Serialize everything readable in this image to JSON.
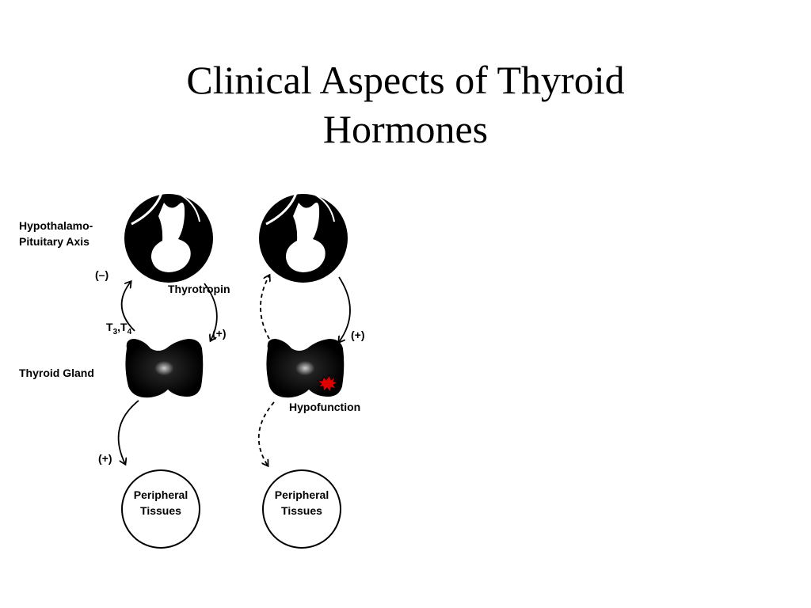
{
  "slide": {
    "title_line1": "Clinical Aspects of Thyroid",
    "title_line2": "Hormones"
  },
  "diagram": {
    "labels": {
      "axis_line1": "Hypothalamo-",
      "axis_line2": "Pituitary Axis",
      "negative_feedback": "(–)",
      "thyrotropin": "Thyrotropin",
      "t3_main": "T",
      "t3_sub": "3",
      "t4_main": "T",
      "t4_sub": "4",
      "comma": ",",
      "positive_left_tsh": "(+)",
      "thyroid_gland": "Thyroid Gland",
      "positive_left_tissue": "(+)",
      "peripheral_left_line1": "Peripheral",
      "peripheral_left_line2": "Tissues",
      "positive_right_tsh": "(+)",
      "hypofunction": "Hypofunction",
      "peripheral_right_line1": "Peripheral",
      "peripheral_right_line2": "Tissues"
    },
    "colors": {
      "ink": "#000000",
      "burst": "#e00000"
    }
  }
}
